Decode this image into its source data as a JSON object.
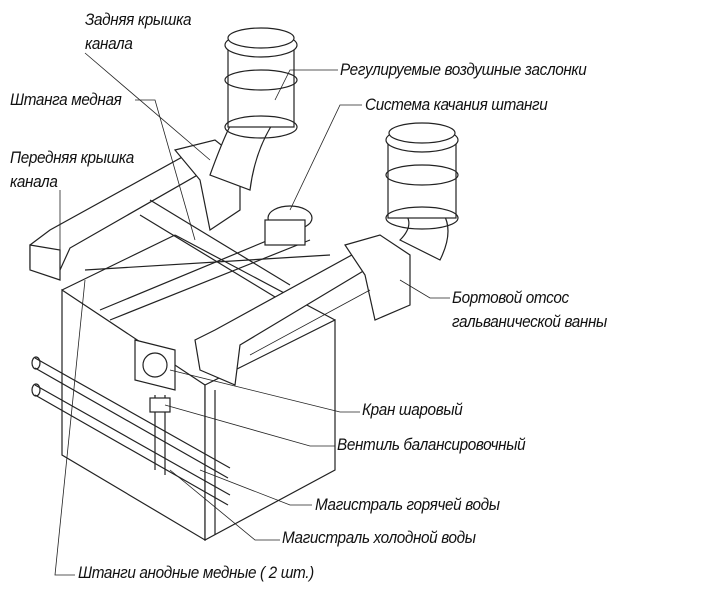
{
  "labels": {
    "rear_cover_1": "Задняя крышка",
    "rear_cover_2": "канала",
    "copper_bar": "Штанга медная",
    "front_cover_1": "Передняя крышка",
    "front_cover_2": "канала",
    "air_dampers": "Регулируемые воздушные заслонки",
    "swing_system": "Система качания штанги",
    "side_exhaust_1": "Бортовой отсос",
    "side_exhaust_2": "гальванической ванны",
    "ball_valve": "Кран шаровый",
    "balancing_valve": "Вентиль балансировочный",
    "hot_water_main": "Магистраль горячей воды",
    "cold_water_main": "Магистраль холодной воды",
    "anode_bars": "Штанги анодные медные ( 2 шт.)"
  }
}
